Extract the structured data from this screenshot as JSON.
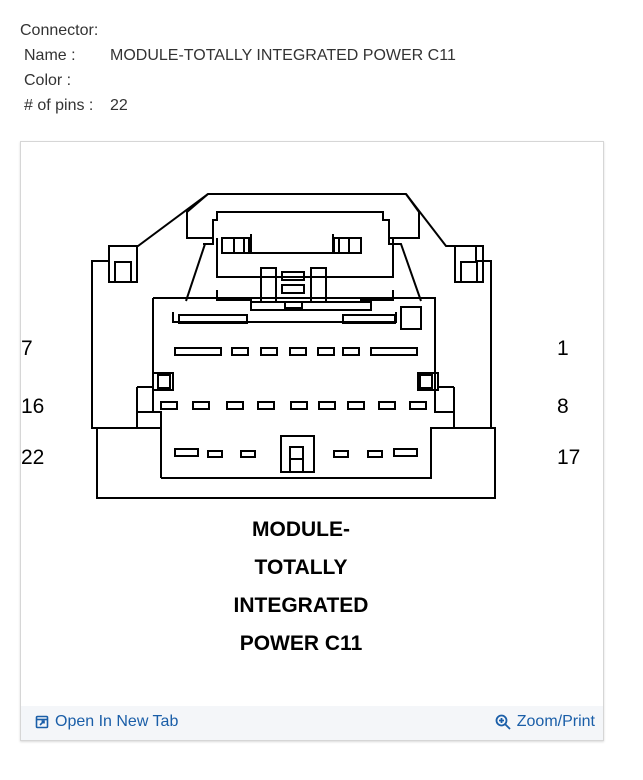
{
  "connector": {
    "heading": "Connector:",
    "name_label": "Name :",
    "name_value": "MODULE-TOTALLY INTEGRATED POWER C11",
    "color_label": "Color :",
    "color_value": "",
    "pins_label": "# of pins :",
    "pins_value": "22"
  },
  "diagram": {
    "pin_labels": {
      "row1_left": "7",
      "row1_right": "1",
      "row2_left": "16",
      "row2_right": "8",
      "row3_left": "22",
      "row3_right": "17"
    },
    "caption": [
      "MODULE-",
      "TOTALLY",
      "INTEGRATED",
      "POWER C11"
    ]
  },
  "actions": {
    "open_new_tab": "Open In New Tab",
    "zoom_print": "Zoom/Print"
  },
  "colors": {
    "link": "#1a5ea8",
    "footer_bg": "#f4f6f9",
    "border": "#d6d6d6"
  }
}
